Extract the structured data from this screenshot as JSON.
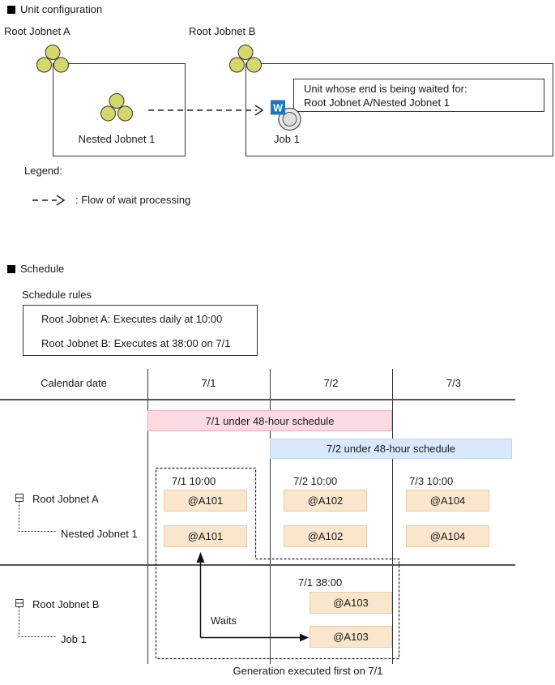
{
  "colors": {
    "jobnet_icon_fill": "#d5d76b",
    "wait_badge_bg": "#1877bf",
    "schedule_bar_71_fill": "#fcdce2",
    "schedule_bar_71_border": "#f2aab6",
    "schedule_bar_72_fill": "#d9e9fb",
    "schedule_bar_72_border": "#b7d7f3",
    "generation_box_fill": "#f9e6cd",
    "generation_box_border": "#e8cda6"
  },
  "unit_configuration": {
    "section_title": "Unit configuration",
    "root_jobnet_a": "Root Jobnet A",
    "nested_jobnet": "Nested Jobnet 1",
    "root_jobnet_b": "Root Jobnet B",
    "job": "Job 1",
    "wait_badge_letter": "W",
    "callout_line1": "Unit whose end is being waited for:",
    "callout_line2": "Root Jobnet A/Nested Jobnet 1"
  },
  "legend": {
    "title": "Legend:",
    "flow_of_wait": ": Flow of wait processing"
  },
  "schedule": {
    "section_title": "Schedule",
    "rules_title": "Schedule rules",
    "rule_a": "Root Jobnet A: Executes daily at 10:00",
    "rule_b": "Root Jobnet B: Executes at 38:00 on 7/1"
  },
  "timeline": {
    "calendar_date_header": "Calendar date",
    "days": [
      "7/1",
      "7/2",
      "7/3"
    ],
    "bar_7_1": "7/1 under 48-hour schedule",
    "bar_7_2": "7/2 under 48-hour schedule",
    "row_root_jobnet_a": "Root Jobnet A",
    "row_nested_jobnet_1": "Nested Jobnet 1",
    "row_root_jobnet_b": "Root Jobnet B",
    "row_job_1": "Job 1",
    "times": {
      "a1": "7/1 10:00",
      "a2": "7/2 10:00",
      "a3": "7/3 10:00",
      "b1": "7/1 38:00"
    },
    "generations": {
      "root_jobnet_a": [
        "@A101",
        "@A102",
        "@A104"
      ],
      "nested_jobnet_1": [
        "@A101",
        "@A102",
        "@A104"
      ],
      "root_jobnet_b": [
        "@A103"
      ],
      "job_1": [
        "@A103"
      ]
    },
    "waits_label": "Waits",
    "footnote": "Generation executed first on 7/1"
  }
}
